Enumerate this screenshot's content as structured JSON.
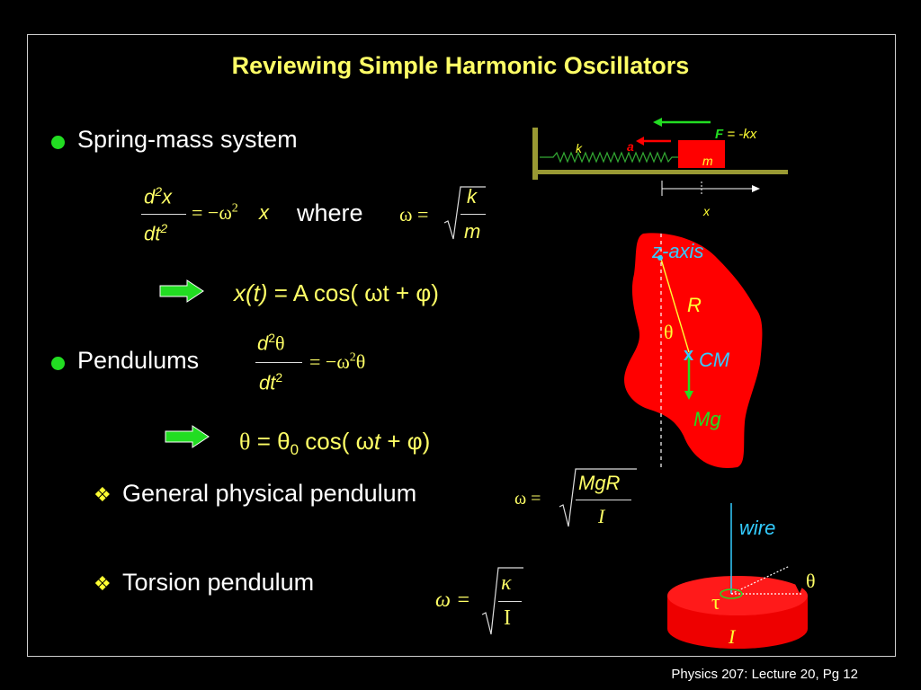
{
  "title": "Reviewing Simple Harmonic Oscillators",
  "bullets": {
    "spring": "Spring-mass system",
    "pendulums": "Pendulums",
    "physical": "General physical pendulum",
    "torsion": "Torsion pendulum"
  },
  "eq1": {
    "lhs_num_d": "d",
    "lhs_num_sup": "2",
    "lhs_num_x": "x",
    "lhs_den_dt": "dt",
    "lhs_den_sup": "2",
    "rhs_eq": "= −ω",
    "rhs_sup": "2",
    "rhs_x": "x",
    "where": "where",
    "omega_eq": "ω =",
    "k": "k",
    "m": "m"
  },
  "eq2": {
    "xt": "x(t)",
    "rest": " = A cos( ωt + φ)"
  },
  "eq3": {
    "num": "d",
    "num_sup": "2",
    "num_theta": "θ",
    "den": "dt",
    "den_sup": "2",
    "rhs": "= −ω",
    "rhs_sup": "2",
    "rhs_theta": "θ"
  },
  "eq4": {
    "theta": "θ",
    "eq": " = θ",
    "sub0": "0",
    "cos": " cos( ω",
    "t": "t",
    "rest": " + φ)"
  },
  "eq5": {
    "omega_eq": "ω =",
    "num": "MgR",
    "den": "I"
  },
  "eq6": {
    "omega_eq": "ω =",
    "num": "κ",
    "den": "I"
  },
  "spring_diagram": {
    "F_label": "F",
    "F_rest": " = -kx",
    "k": "k",
    "a": "a",
    "m": "m",
    "x": "x"
  },
  "pendulum_diagram": {
    "zaxis": "z-axis",
    "R": "R",
    "theta": "θ",
    "x_mark": "x",
    "CM": "CM",
    "Mg": "Mg"
  },
  "torsion_diagram": {
    "wire": "wire",
    "theta": "θ",
    "tau": "τ",
    "I": "I"
  },
  "footer": "Physics 207: Lecture 20, Pg 12",
  "colors": {
    "title": "#ffff66",
    "bullet": "#22dd22",
    "red": "#ff0000",
    "cyan": "#33ccff",
    "green": "#22dd22"
  }
}
